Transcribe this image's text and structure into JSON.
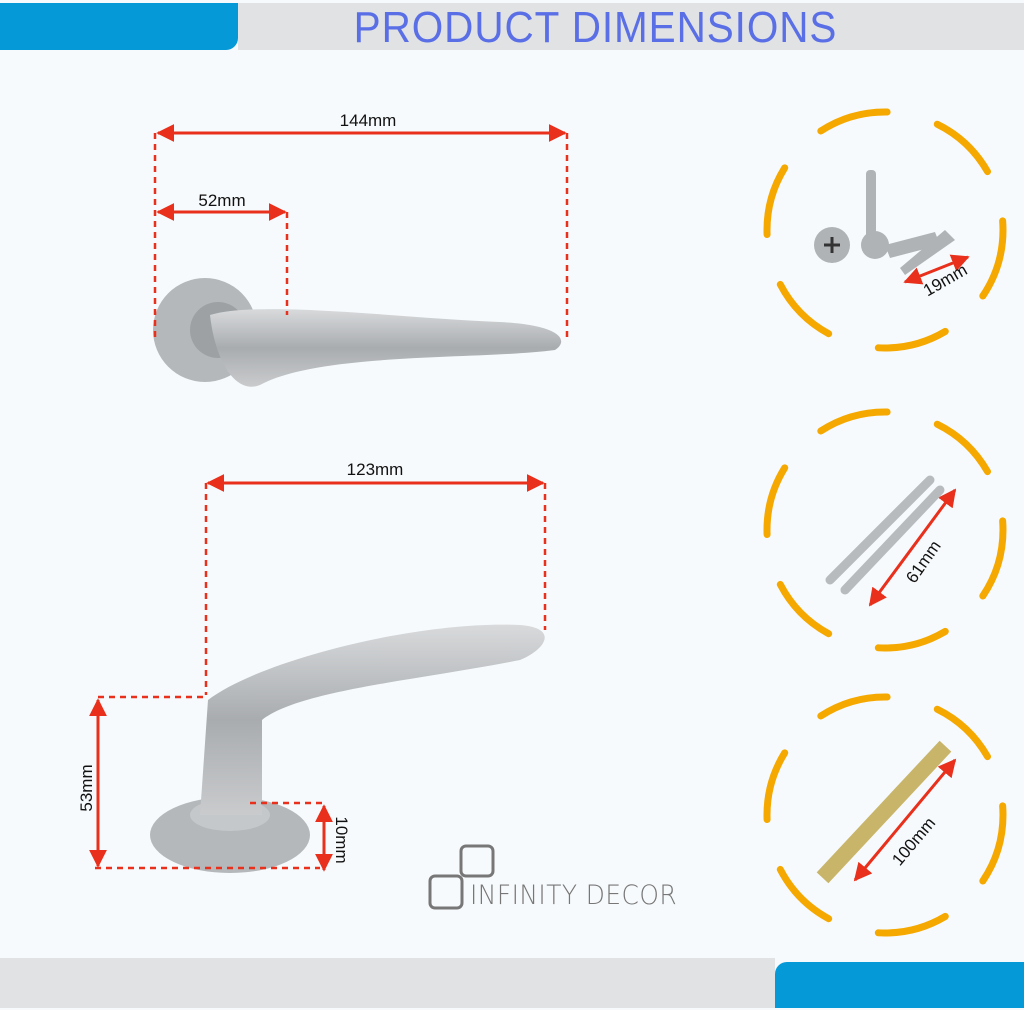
{
  "header": {
    "title": "PRODUCT DIMENSIONS"
  },
  "dimensions": {
    "top_handle_length": "144mm",
    "top_rose_to_neck": "52mm",
    "bottom_handle_length": "123mm",
    "bottom_height": "53mm",
    "rose_thickness": "10mm",
    "screw_length": "19mm",
    "bolt_length": "61mm",
    "spindle_length": "100mm"
  },
  "logo": {
    "text": "INFINITY DECOR"
  },
  "colors": {
    "accent_blue": "#0599d8",
    "title_blue": "#5a6fe6",
    "dimension_red": "#e8301c",
    "ring_orange": "#f5a800"
  }
}
